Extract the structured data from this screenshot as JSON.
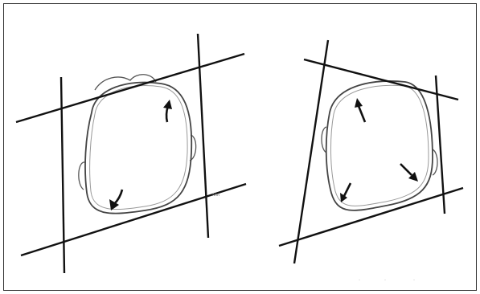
{
  "figure": {
    "panels": [
      {
        "id": "left",
        "arrows": [
          {
            "direction": "up"
          },
          {
            "direction": "down-left"
          }
        ]
      },
      {
        "id": "right",
        "arrows": [
          {
            "direction": "up-left"
          },
          {
            "direction": "down-right"
          },
          {
            "direction": "down-left"
          }
        ]
      }
    ],
    "colors": {
      "line": "#111111",
      "outline": "#555555",
      "border": "#333333"
    }
  }
}
